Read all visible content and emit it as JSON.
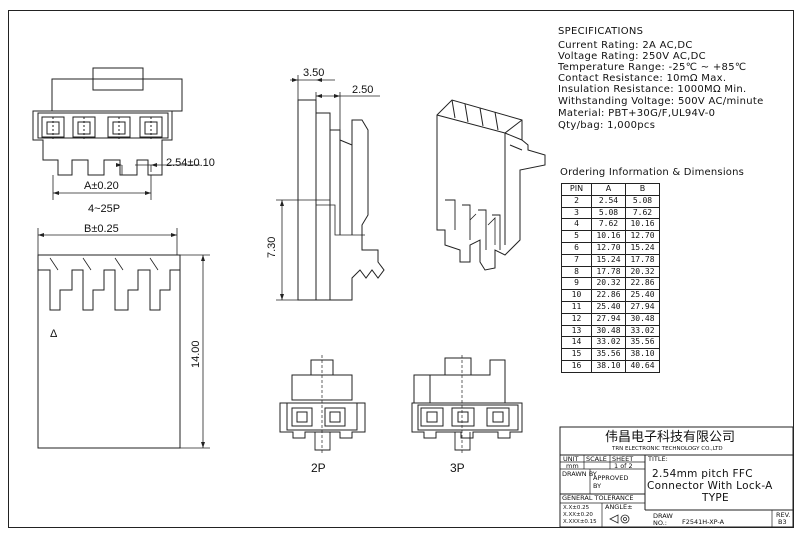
{
  "specifications": {
    "heading": "SPECIFICATIONS",
    "lines": [
      "Current Rating: 2A AC,DC",
      "Voltage Rating: 250V AC,DC",
      "Temperature Range: -25℃ ~ +85℃",
      "Contact Resistance: 10mΩ Max.",
      "Insulation Resistance: 1000MΩ Min.",
      "Withstanding Voltage: 500V AC/minute",
      "Material: PBT+30G/F,UL94V-0",
      "Qty/bag: 1,000pcs"
    ]
  },
  "ordering": {
    "heading": "Ordering Information & Dimensions",
    "columns": [
      "PIN",
      "A",
      "B"
    ],
    "rows": [
      [
        "2",
        "2.54",
        "5.08"
      ],
      [
        "3",
        "5.08",
        "7.62"
      ],
      [
        "4",
        "7.62",
        "10.16"
      ],
      [
        "5",
        "10.16",
        "12.70"
      ],
      [
        "6",
        "12.70",
        "15.24"
      ],
      [
        "7",
        "15.24",
        "17.78"
      ],
      [
        "8",
        "17.78",
        "20.32"
      ],
      [
        "9",
        "20.32",
        "22.86"
      ],
      [
        "10",
        "22.86",
        "25.40"
      ],
      [
        "11",
        "25.40",
        "27.94"
      ],
      [
        "12",
        "27.94",
        "30.48"
      ],
      [
        "13",
        "30.48",
        "33.02"
      ],
      [
        "14",
        "33.02",
        "35.56"
      ],
      [
        "15",
        "35.56",
        "38.10"
      ],
      [
        "16",
        "38.10",
        "40.64"
      ]
    ]
  },
  "dimensions": {
    "width_3_50": "3.50",
    "width_2_50": "2.50",
    "pitch": "2.54±0.10",
    "a_dim": "A±0.20",
    "pin_range": "4~25P",
    "b_dim": "B±0.25",
    "height_7_30": "7.30",
    "height_14_00": "14.00",
    "pin1_mark": "Δ"
  },
  "views": {
    "label_2p": "2P",
    "label_3p": "3P"
  },
  "title_block": {
    "company_cn": "伟昌电子科技有限公司",
    "company_en": "TRN ELECTRONIC TECHNOLOGY CO.,LTD",
    "unit_label": "UNIT",
    "scale_label": "SCALE",
    "sheet_label": "SHEET",
    "title_label": "TITLE:",
    "unit_value": "mm",
    "sheet_value": "1 of 2",
    "drawn_by": "DRAWN BY",
    "approved_by_1": "APPROVED",
    "approved_by_2": "BY",
    "title_line1": "2.54mm pitch FFC",
    "title_line2": "Connector With Lock-A",
    "title_line3": "TYPE",
    "general_tolerance": "GENERAL TOLERANCE",
    "tol1": "X.X±0.25",
    "tol2": "X.XX±0.20",
    "tol3": "X.XXX±0.15",
    "angle": "ANGLE±",
    "draw_label": "DRAW",
    "no_label": "NO.:",
    "drawing_no": "F2541H-XP-A",
    "rev_label": "REV.",
    "rev_value": "B3"
  }
}
